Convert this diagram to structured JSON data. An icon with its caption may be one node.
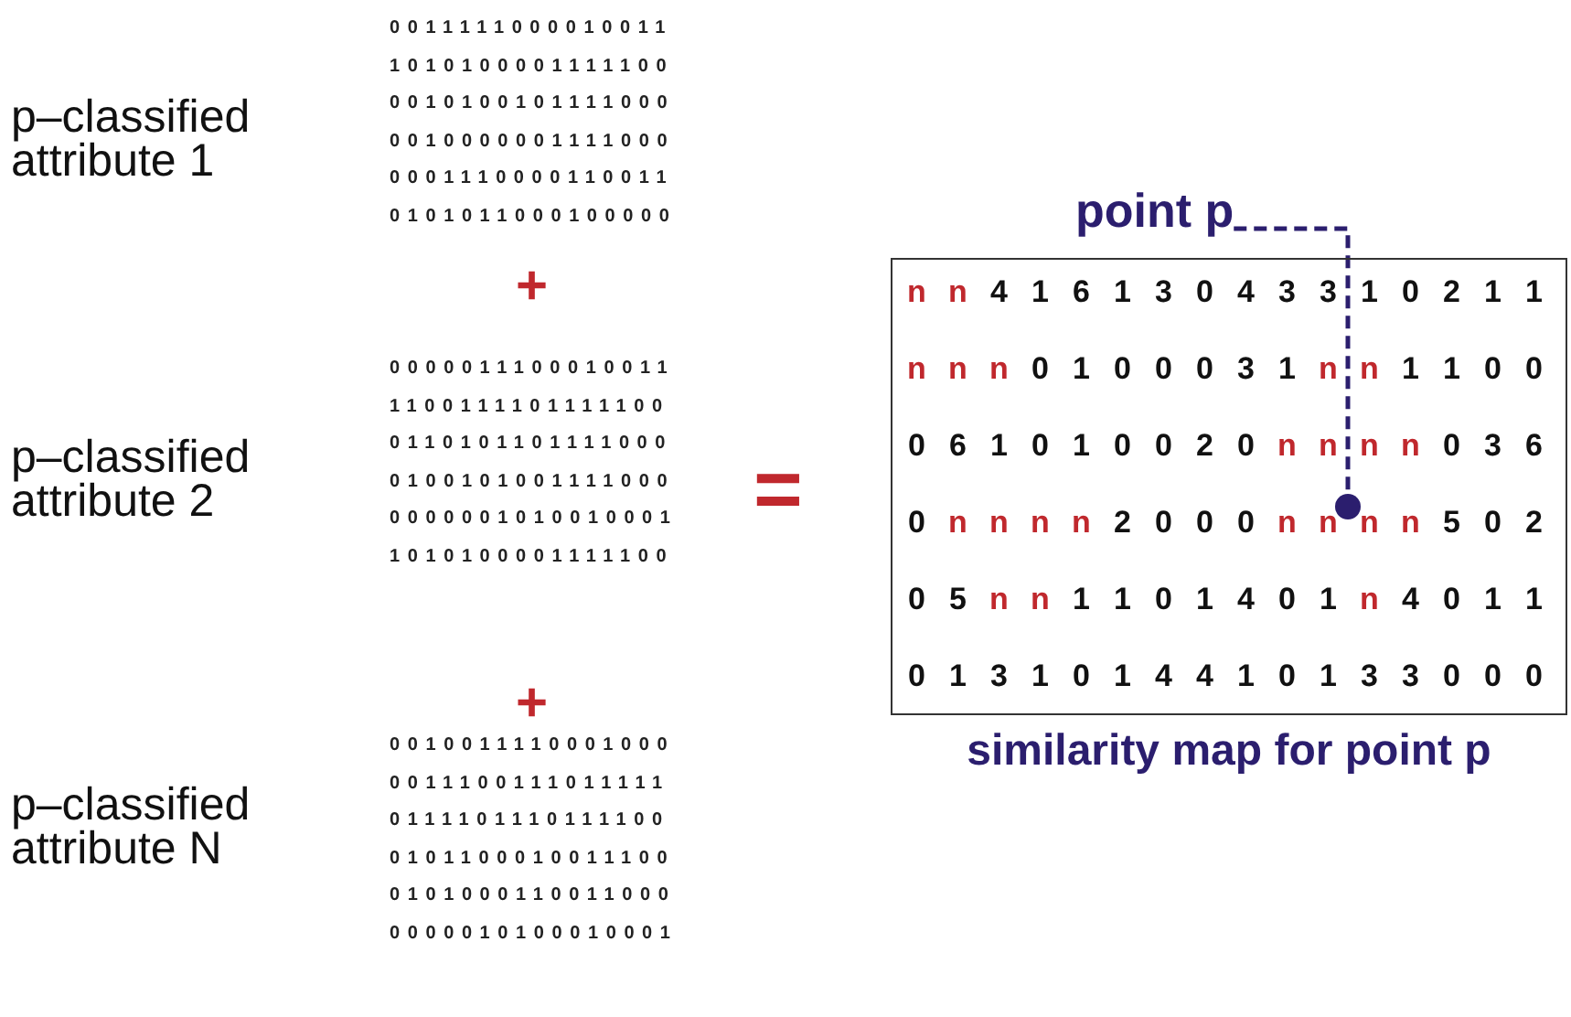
{
  "diagram": {
    "nodes": [
      {
        "text": [
          "point p"
        ]
      },
      {
        "text": [],
        "shape": "box",
        "beside": [
          "similarity map for point p"
        ]
      },
      {
        "text": [],
        "shape": "circle",
        "in": 1
      }
    ],
    "edges": [
      {
        "from": 0,
        "to": 2,
        "arrow": "none",
        "style": "dashed"
      }
    ],
    "labels": [
      "p–classified attribute 1",
      "0011111000010011",
      "1010100001111100",
      "0010100101111000",
      "0010000001111000",
      "0001110000110011",
      "0101011000100000",
      "+",
      "p–classified attribute 2",
      "0000011100010011",
      "1100111101111100",
      "0110101101111000",
      "0100101001111000",
      "0000001010010001",
      "1010100001111100",
      "+",
      "p–classified attribute N",
      "0010011110001000",
      "0011100111011111",
      "0111101110111100",
      "0101100010011100",
      "0101000110011000",
      "0000010100010001",
      "=",
      "n n 4 1 6 1 3 0 4 3 3 1 0 2 1 1",
      "n n n 0 1 0 0 0 3 1 n n 1 1 0 0",
      "0 6 1 0 1 0 0 2 0 n n n n 0 3 6",
      "0 n n n n 2 0 0 0 n n n n 5 0 2",
      "0 5 n n 1 1 0 1 4 0 1 n 4 0 1 1",
      "0 1 3 1 0 1 4 4 1 0 1 3 3 0 0 0"
    ]
  }
}
